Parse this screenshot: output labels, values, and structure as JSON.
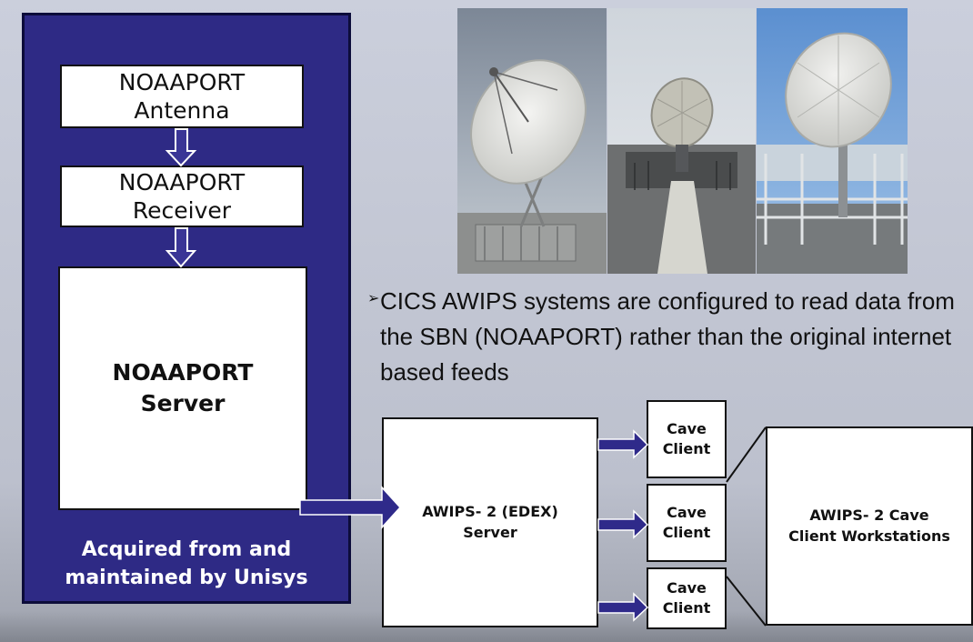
{
  "left_panel": {
    "antenna_label": "NOAAPORT\nAntenna",
    "receiver_label": "NOAAPORT\nReceiver",
    "server_label": "NOAAPORT\nServer",
    "caption": "Acquired from and\nmaintained by Unisys",
    "panel_color": "#2e2a85"
  },
  "photos": [
    {
      "name": "satellite-dish-photo-1"
    },
    {
      "name": "satellite-dish-photo-2"
    },
    {
      "name": "satellite-dish-photo-3"
    }
  ],
  "bullet": {
    "marker": "➢",
    "text": "CICS AWIPS systems are configured to read data from the SBN (NOAAPORT) rather than the original internet based feeds"
  },
  "awips": {
    "edex_label": "AWIPS- 2 (EDEX)\nServer",
    "cave_clients": [
      {
        "label": "Cave\nClient"
      },
      {
        "label": "Cave\nClient"
      },
      {
        "label": "Cave\nClient"
      }
    ],
    "workstations_label": "AWIPS- 2 Cave\nClient Workstations",
    "arrow_color": "#2f2a8a"
  }
}
